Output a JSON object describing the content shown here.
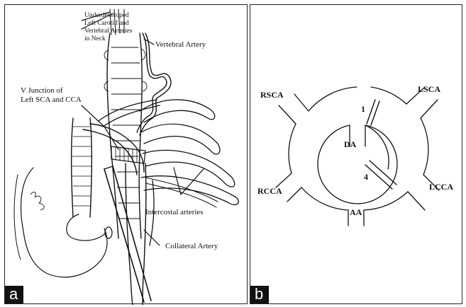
{
  "panel_a": {
    "tag": "a",
    "labels": {
      "underdeveloped_1": "Underdeveloped",
      "underdeveloped_2": "Left Carotid and",
      "underdeveloped_3": "Vertebral Arteries",
      "underdeveloped_4": "in Neck",
      "vertebral_artery": "Vertebral Artery",
      "v_junction_1": "V Junction of",
      "v_junction_2": "Left SCA and CCA",
      "intercostal": "Intercostal arteries",
      "collateral": "Collateral Artery"
    }
  },
  "panel_b": {
    "tag": "b",
    "labels": {
      "rsca": "RSCA",
      "lsca": "LSCA",
      "rcca": "RCCA",
      "lcca": "LCCA",
      "da": "DA",
      "aa": "AA",
      "n1": "1",
      "n4": "4"
    }
  }
}
